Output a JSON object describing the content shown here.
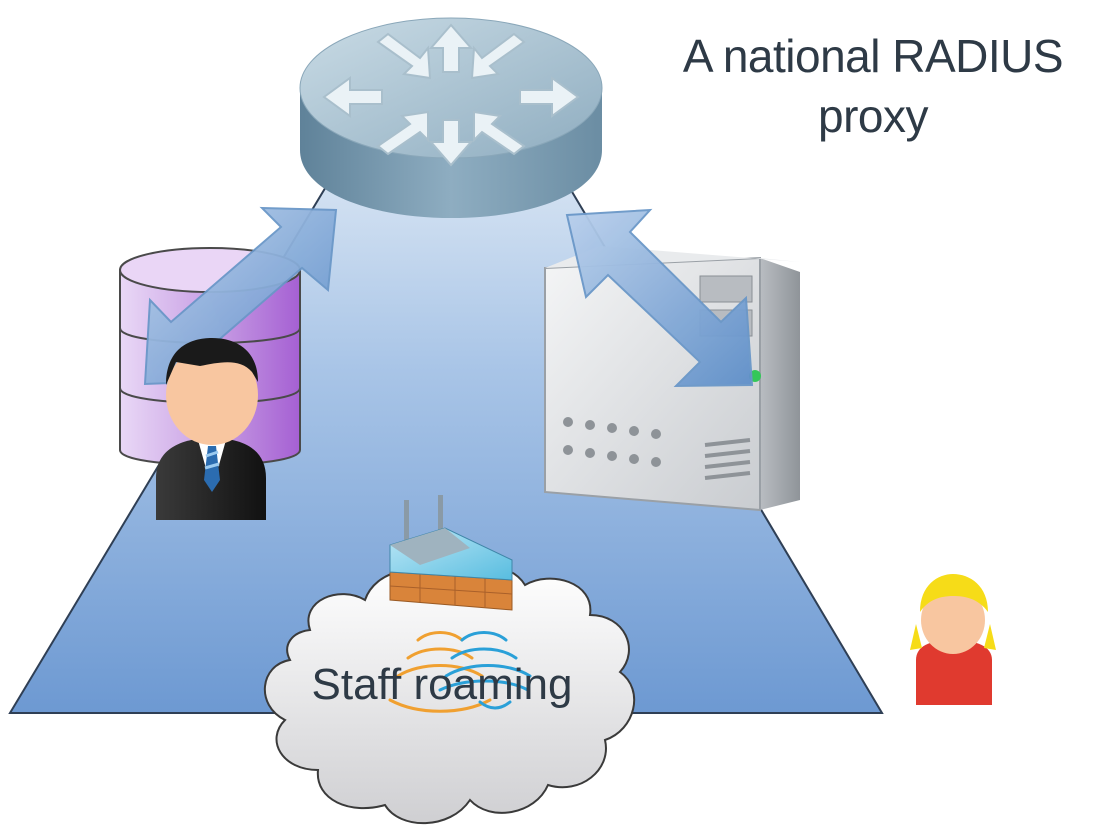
{
  "title": {
    "line1": "A national RADIUS",
    "line2": "proxy"
  },
  "cloud": {
    "label": "Staff roaming"
  },
  "colors": {
    "region_top": "#c7d9ee",
    "region_bottom": "#6f9bd3",
    "router": "#9db7c8",
    "database": "#b98ad9",
    "server": "#dfe1e3",
    "arrow": "#7ea7d8",
    "wifi_orange": "#f0a030",
    "wifi_blue": "#2aa0d8",
    "text": "#2e3a46"
  },
  "icons": {
    "router": "router-icon",
    "database": "database-icon",
    "server": "server-icon",
    "access_point": "wireless-access-point-icon",
    "staff": "businessman-icon",
    "visitor": "child-user-icon",
    "cloud": "cloud-icon"
  }
}
